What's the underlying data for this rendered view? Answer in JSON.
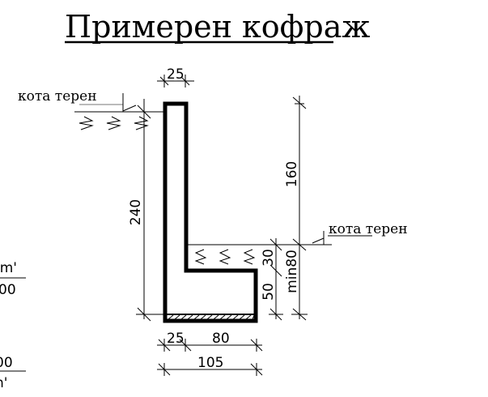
{
  "title": "Примерен кофраж",
  "ground_labels": {
    "left": "кота терен",
    "right": "кота терен"
  },
  "dimensions": {
    "top_wall_width": "25",
    "total_height": "240",
    "upper_height": "160",
    "step_30": "30",
    "step_50": "50",
    "min_depth": "min80",
    "bottom_wall": "25",
    "bottom_base": "80",
    "bottom_total": "105"
  },
  "margin_fragments": {
    "top_unit": "/m'",
    "top_value": "00",
    "bottom_value": "00",
    "bottom_unit": "n'"
  }
}
